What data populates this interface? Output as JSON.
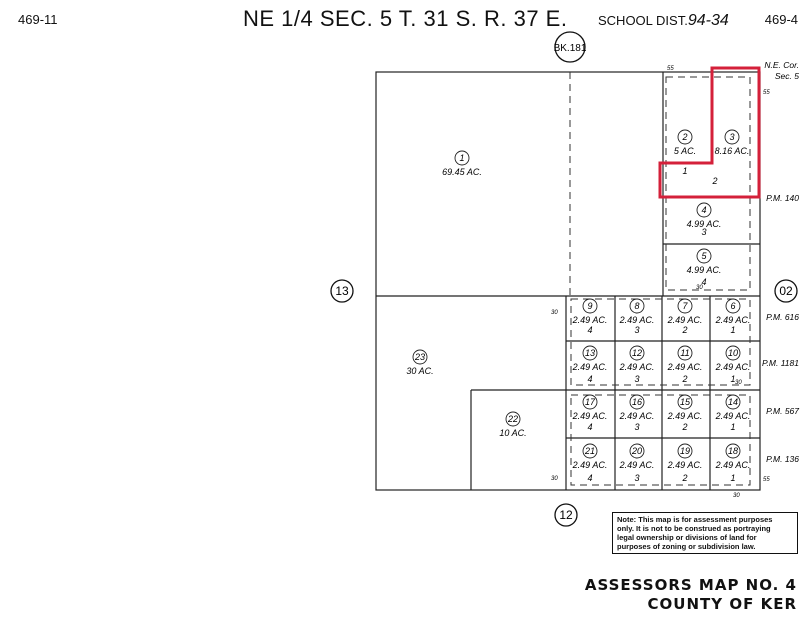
{
  "header": {
    "left_number": "469-11",
    "title": "NE 1/4 SEC. 5  T. 31 S. R. 37 E.",
    "school_label": "SCHOOL DIST.",
    "school_value": "94-34",
    "right_number": "469-4"
  },
  "book_label": "BK.181",
  "adjacent_maps": {
    "west": "13",
    "east": "02",
    "south": "12"
  },
  "corner_label": [
    "N.E. Cor.",
    "Sec. 5"
  ],
  "parcel_map_labels": [
    "P.M. 140",
    "P.M. 616",
    "P.M. 1181",
    "P.M. 567",
    "P.M. 136"
  ],
  "dimension_labels": [
    "55",
    "55",
    "30",
    "30",
    "30",
    "30",
    "55",
    "30"
  ],
  "highlight_color": "#d4203a",
  "parcels": [
    {
      "number": "1",
      "acres": "69.45 AC.",
      "lot": ""
    },
    {
      "number": "2",
      "acres": "5 AC.",
      "lot": "1"
    },
    {
      "number": "3",
      "acres": "8.16 AC.",
      "lot": "2"
    },
    {
      "number": "4",
      "acres": "4.99 AC.",
      "lot": "3"
    },
    {
      "number": "5",
      "acres": "4.99 AC.",
      "lot": "4"
    },
    {
      "number": "6",
      "acres": "2.49 AC.",
      "lot": "1"
    },
    {
      "number": "7",
      "acres": "2.49 AC.",
      "lot": "2"
    },
    {
      "number": "8",
      "acres": "2.49 AC.",
      "lot": "3"
    },
    {
      "number": "9",
      "acres": "2.49 AC.",
      "lot": "4"
    },
    {
      "number": "10",
      "acres": "2.49 AC.",
      "lot": "1"
    },
    {
      "number": "11",
      "acres": "2.49 AC.",
      "lot": "2"
    },
    {
      "number": "12",
      "acres": "2.49 AC.",
      "lot": "3"
    },
    {
      "number": "13",
      "acres": "2.49 AC.",
      "lot": "4"
    },
    {
      "number": "14",
      "acres": "2.49 AC.",
      "lot": "1"
    },
    {
      "number": "15",
      "acres": "2.49 AC.",
      "lot": "2"
    },
    {
      "number": "16",
      "acres": "2.49 AC.",
      "lot": "3"
    },
    {
      "number": "17",
      "acres": "2.49 AC.",
      "lot": "4"
    },
    {
      "number": "18",
      "acres": "2.49 AC.",
      "lot": "1"
    },
    {
      "number": "19",
      "acres": "2.49 AC.",
      "lot": "2"
    },
    {
      "number": "20",
      "acres": "2.49 AC.",
      "lot": "3"
    },
    {
      "number": "21",
      "acres": "2.49 AC.",
      "lot": "4"
    },
    {
      "number": "22",
      "acres": "10 AC.",
      "lot": ""
    },
    {
      "number": "23",
      "acres": "30 AC.",
      "lot": ""
    }
  ],
  "note": [
    "Note: This map is for assessment purposes",
    "only. It is not to be construed as portraying",
    "legal ownership or divisions of land for",
    "purposes of zoning or subdivision law."
  ],
  "footer": {
    "map_number": "ASSESSORS MAP NO. 4",
    "county": "COUNTY OF KER"
  }
}
